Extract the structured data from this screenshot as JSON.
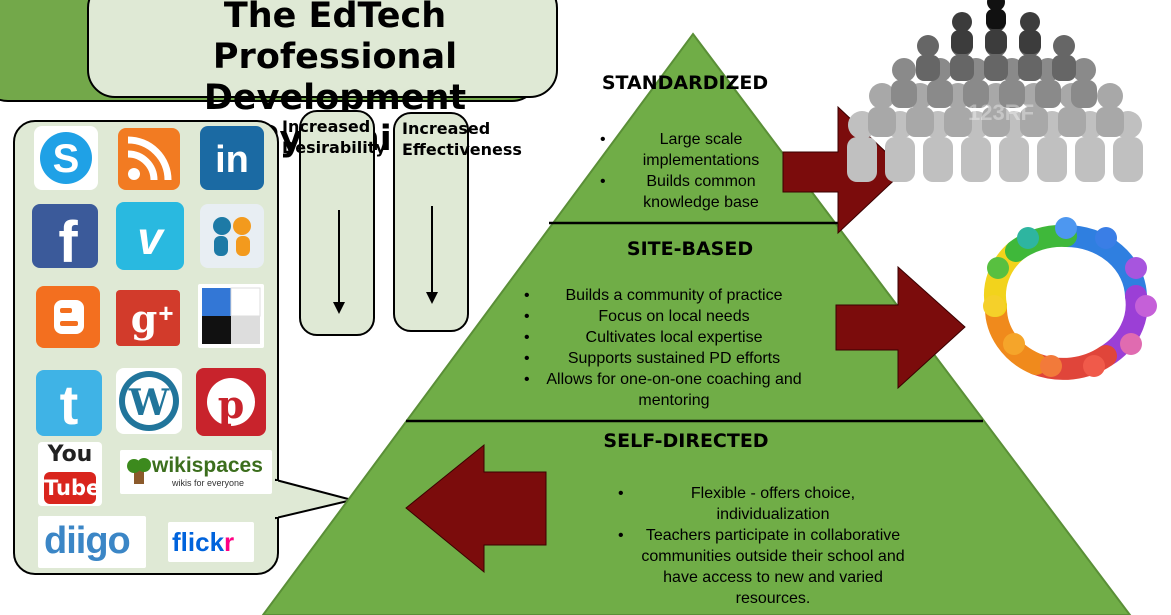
{
  "title": {
    "line1": "The EdTech Professional",
    "line2": "Development Pyramid"
  },
  "columns": {
    "desirability": {
      "line1": "Increased",
      "line2": "Desirability"
    },
    "effectiveness": {
      "line1": "Increased",
      "line2": "Effectiveness"
    }
  },
  "tiers": [
    {
      "title": "STANDARDIZED",
      "bullets": [
        "Large scale implementations",
        "Builds common knowledge base"
      ]
    },
    {
      "title": "SITE-BASED",
      "bullets": [
        "Builds a community of practice",
        "Focus on local needs",
        "Cultivates local expertise",
        "Supports sustained PD efforts",
        "Allows for one-on-one coaching and mentoring"
      ]
    },
    {
      "title": "SELF-DIRECTED",
      "bullets": [
        "Flexible - offers choice, individualization",
        "Teachers participate in collaborative communities outside their school and have access to new and varied resources."
      ]
    }
  ],
  "icons": [
    {
      "name": "skype-icon"
    },
    {
      "name": "rss-icon"
    },
    {
      "name": "linkedin-icon"
    },
    {
      "name": "facebook-icon"
    },
    {
      "name": "vimeo-icon"
    },
    {
      "name": "slideshare-icon"
    },
    {
      "name": "blogger-icon"
    },
    {
      "name": "google-plus-icon"
    },
    {
      "name": "delicious-icon"
    },
    {
      "name": "twitter-icon"
    },
    {
      "name": "wordpress-icon"
    },
    {
      "name": "pinterest-icon"
    },
    {
      "name": "youtube-icon"
    },
    {
      "name": "wikispaces-icon"
    },
    {
      "name": "diigo-icon"
    },
    {
      "name": "flickr-icon"
    }
  ],
  "logos": {
    "youtube_top": "You",
    "youtube_bottom": "Tube",
    "wikispaces": "wikispaces",
    "wikispaces_tag": "wikis for everyone",
    "diigo": "diigo",
    "flickr_a": "flick",
    "flickr_b": "r"
  },
  "watermark": "123RF",
  "colors": {
    "pyramid_green": "#70ad47",
    "panel_fill": "#dfe9d5",
    "arrow_red": "#7b0c0c"
  }
}
